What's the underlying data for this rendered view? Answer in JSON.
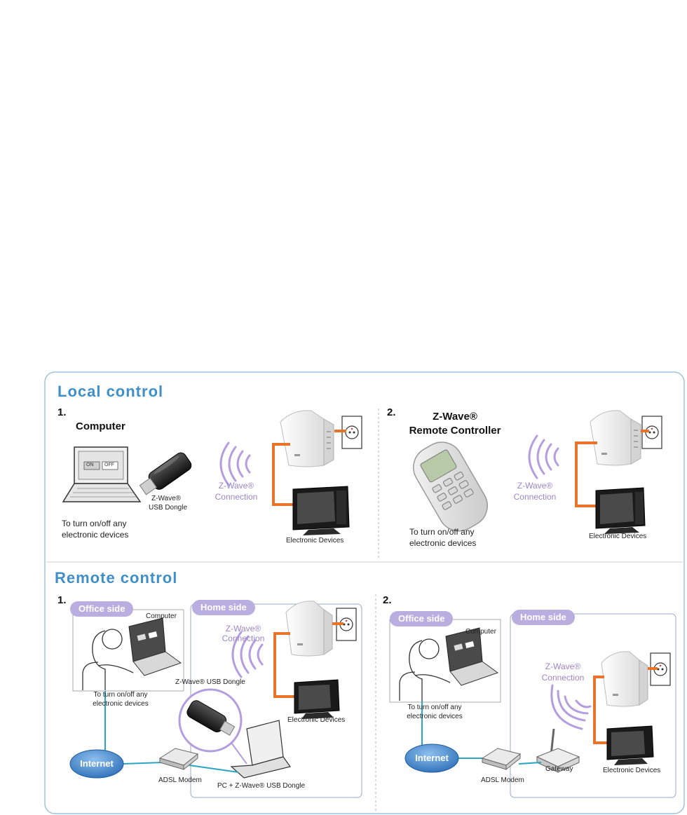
{
  "local": {
    "title": "Local control",
    "panel1": {
      "num": "1.",
      "heading": "Computer",
      "screen_on": "ON",
      "screen_off": "OFF",
      "dongle_label_1": "Z-Wave®",
      "dongle_label_2": "USB Dongle",
      "caption_1": "To turn on/off any",
      "caption_2": "electronic devices",
      "conn_1": "Z-Wave®",
      "conn_2": "Connection",
      "devices": "Electronic Devices"
    },
    "panel2": {
      "num": "2.",
      "heading_1": "Z-Wave®",
      "heading_2": "Remote Controller",
      "caption_1": "To turn on/off any",
      "caption_2": "electronic devices",
      "conn_1": "Z-Wave®",
      "conn_2": "Connection",
      "devices": "Electronic Devices"
    }
  },
  "remote": {
    "title": "Remote control",
    "panel1": {
      "num": "1.",
      "office_tab": "Office side",
      "home_tab": "Home side",
      "computer": "Computer",
      "caption_1": "To turn on/off any",
      "caption_2": "electronic devices",
      "conn_1": "Z-Wave®",
      "conn_2": "Connection",
      "dongle": "Z-Wave®  USB Dongle",
      "devices": "Electronic Devices",
      "internet": "Internet",
      "modem": "ADSL Modem",
      "pc_dongle": "PC + Z-Wave® USB Dongle"
    },
    "panel2": {
      "num": "2.",
      "office_tab": "Office side",
      "home_tab": "Home side",
      "computer": "Computer",
      "caption_1": "To turn on/off any",
      "caption_2": "electronic devices",
      "conn_1": "Z-Wave®",
      "conn_2": "Connection",
      "internet": "Internet",
      "modem": "ADSL Modem",
      "gateway": "Gateway",
      "devices": "Electronic Devices"
    }
  },
  "colors": {
    "frame": "#9ec3de",
    "title_blue": "#3f8fc8",
    "wave_purple": "#b49ee0",
    "tab_purple": "#b9aee0",
    "orange_wire": "#e8742a",
    "teal_line": "#2aa6c0",
    "internet_blue": "#3f7fc6"
  }
}
